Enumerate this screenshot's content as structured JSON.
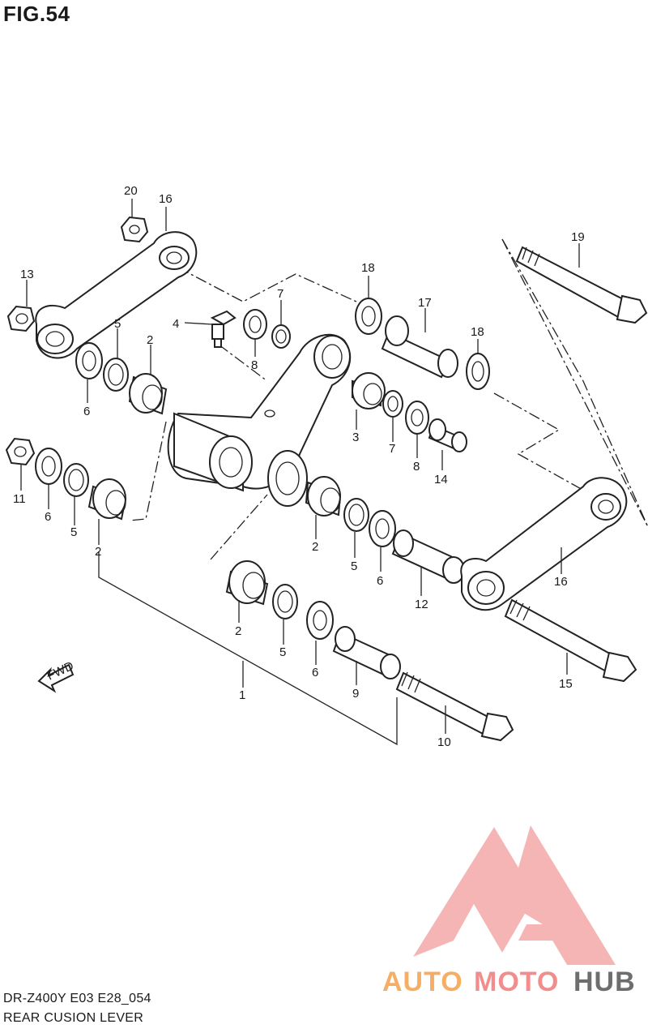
{
  "figure": {
    "title": "FIG.54"
  },
  "callouts": [
    {
      "id": "c1",
      "label": "1"
    },
    {
      "id": "c2a",
      "label": "2"
    },
    {
      "id": "c2b",
      "label": "2"
    },
    {
      "id": "c2c",
      "label": "2"
    },
    {
      "id": "c2d",
      "label": "2"
    },
    {
      "id": "c3",
      "label": "3"
    },
    {
      "id": "c4",
      "label": "4"
    },
    {
      "id": "c5a",
      "label": "5"
    },
    {
      "id": "c5b",
      "label": "5"
    },
    {
      "id": "c5c",
      "label": "5"
    },
    {
      "id": "c5d",
      "label": "5"
    },
    {
      "id": "c6a",
      "label": "6"
    },
    {
      "id": "c6b",
      "label": "6"
    },
    {
      "id": "c6c",
      "label": "6"
    },
    {
      "id": "c6d",
      "label": "6"
    },
    {
      "id": "c7a",
      "label": "7"
    },
    {
      "id": "c7b",
      "label": "7"
    },
    {
      "id": "c8a",
      "label": "8"
    },
    {
      "id": "c8b",
      "label": "8"
    },
    {
      "id": "c9",
      "label": "9"
    },
    {
      "id": "c10",
      "label": "10"
    },
    {
      "id": "c11",
      "label": "11"
    },
    {
      "id": "c12",
      "label": "12"
    },
    {
      "id": "c13",
      "label": "13"
    },
    {
      "id": "c14",
      "label": "14"
    },
    {
      "id": "c15",
      "label": "15"
    },
    {
      "id": "c16a",
      "label": "16"
    },
    {
      "id": "c16b",
      "label": "16"
    },
    {
      "id": "c17",
      "label": "17"
    },
    {
      "id": "c18a",
      "label": "18"
    },
    {
      "id": "c18b",
      "label": "18"
    },
    {
      "id": "c19",
      "label": "19"
    },
    {
      "id": "c20",
      "label": "20"
    }
  ],
  "direction_marker": {
    "label": "FWD"
  },
  "footer": {
    "model_code": "DR-Z400Y E03 E28_054",
    "diagram_name": "REAR CUSION LEVER"
  },
  "watermark": {
    "brand_part1": "AUTO",
    "brand_part2": "MOTO",
    "brand_part3": "HUB",
    "color_primary": "#f4a04a",
    "color_secondary": "#f07a7a",
    "color_dark": "#555555"
  }
}
